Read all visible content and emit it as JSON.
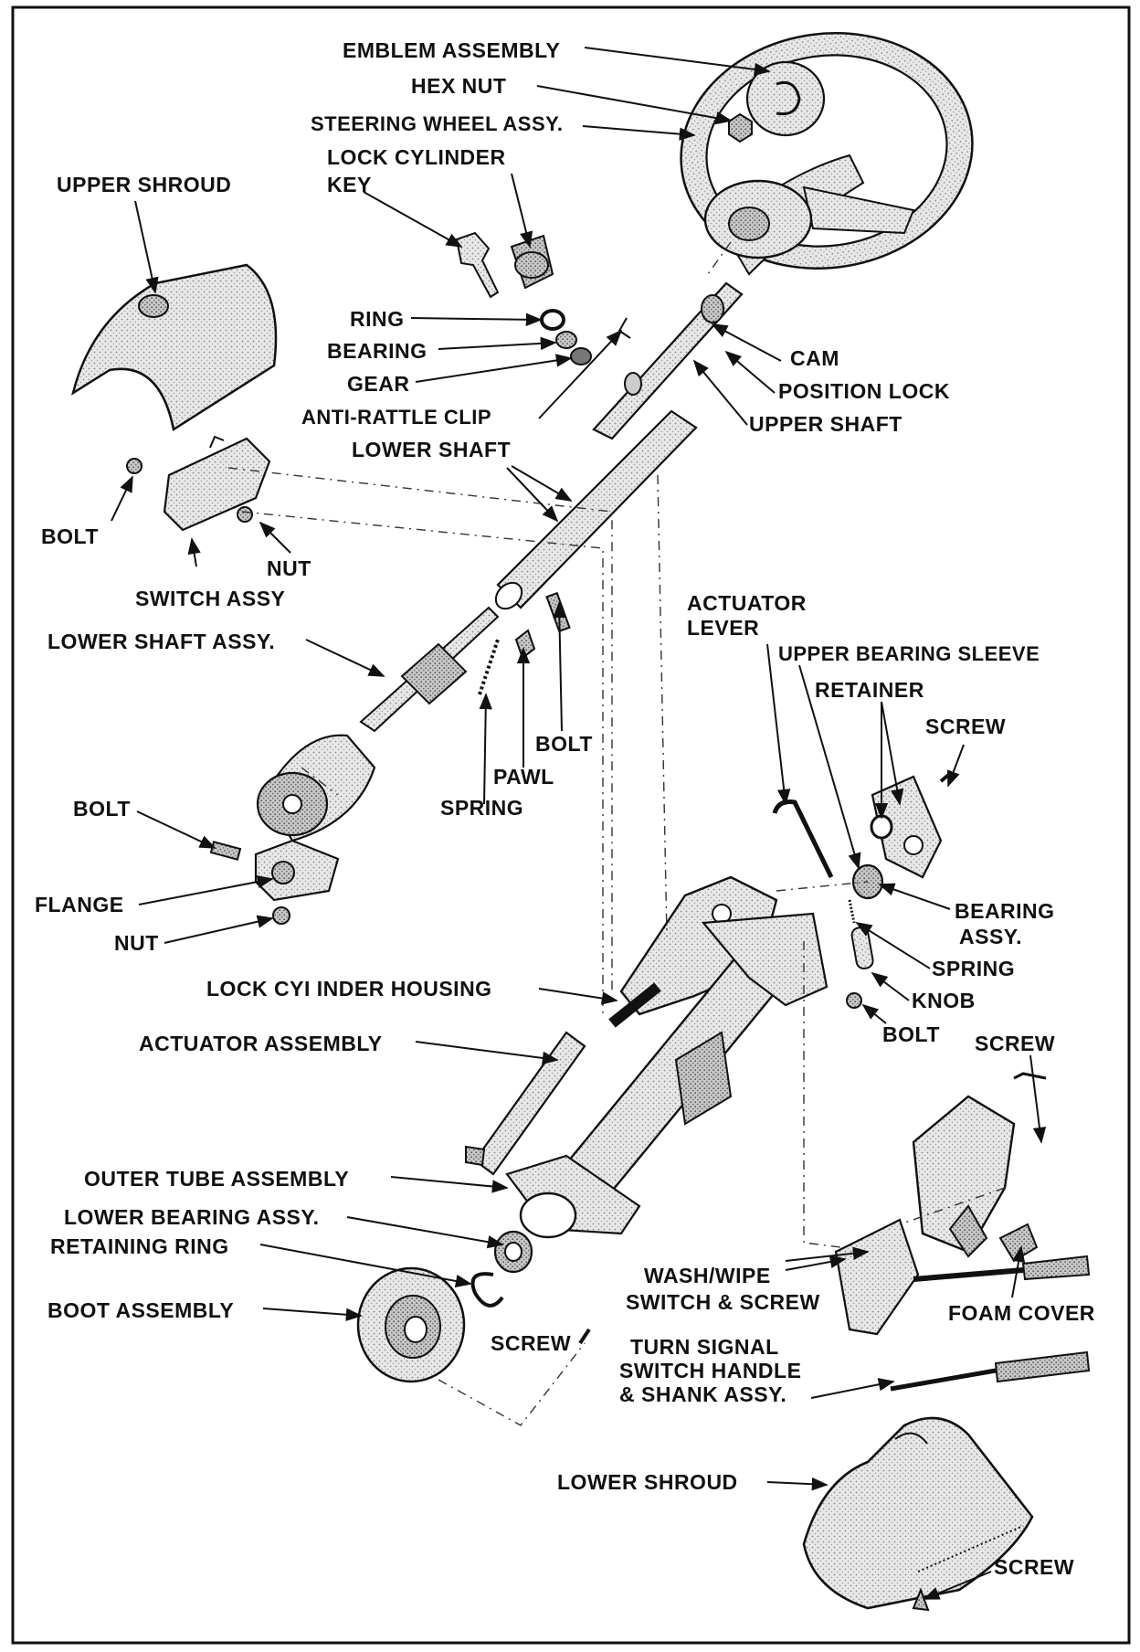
{
  "labels": {
    "emblem_assembly": "EMBLEM ASSEMBLY",
    "hex_nut": "HEX NUT",
    "steering_wheel_assy": "STEERING WHEEL ASSY.",
    "lock_cylinder": "LOCK CYLINDER",
    "key": "KEY",
    "upper_shroud": "UPPER SHROUD",
    "ring": "RING",
    "bearing": "BEARING",
    "gear": "GEAR",
    "anti_rattle_clip": "ANTI-RATTLE CLIP",
    "lower_shaft": "LOWER SHAFT",
    "cam": "CAM",
    "position_lock": "POSITION LOCK",
    "upper_shaft": "UPPER SHAFT",
    "bolt_1": "BOLT",
    "nut_1": "NUT",
    "switch_assy": "SWITCH ASSY",
    "lower_shaft_assy": "LOWER SHAFT ASSY.",
    "actuator_lever_1": "ACTUATOR",
    "actuator_lever_2": "LEVER",
    "upper_bearing_sleeve": "UPPER BEARING SLEEVE",
    "retainer": "RETAINER",
    "screw_1": "SCREW",
    "bolt_2": "BOLT",
    "pawl": "PAWL",
    "spring_1": "SPRING",
    "bolt_3": "BOLT",
    "flange": "FLANGE",
    "nut_2": "NUT",
    "bearing_assy_1": "BEARING",
    "bearing_assy_2": "ASSY.",
    "spring_2": "SPRING",
    "knob": "KNOB",
    "lock_cylinder_housing": "LOCK CYI INDER HOUSING",
    "bolt_4": "BOLT",
    "actuator_assembly": "ACTUATOR ASSEMBLY",
    "screw_2": "SCREW",
    "outer_tube_assembly": "OUTER TUBE ASSEMBLY",
    "lower_bearing_assy": "LOWER BEARING ASSY.",
    "retaining_ring": "RETAINING RING",
    "wash_wipe_1": "WASH/WIPE",
    "wash_wipe_2": "SWITCH & SCREW",
    "boot_assembly": "BOOT ASSEMBLY",
    "screw_3": "SCREW",
    "foam_cover": "FOAM COVER",
    "turn_signal_1": "TURN SIGNAL",
    "turn_signal_2": "SWITCH HANDLE",
    "turn_signal_3": "& SHANK ASSY.",
    "lower_shroud": "LOWER SHROUD",
    "screw_4": "SCREW"
  }
}
